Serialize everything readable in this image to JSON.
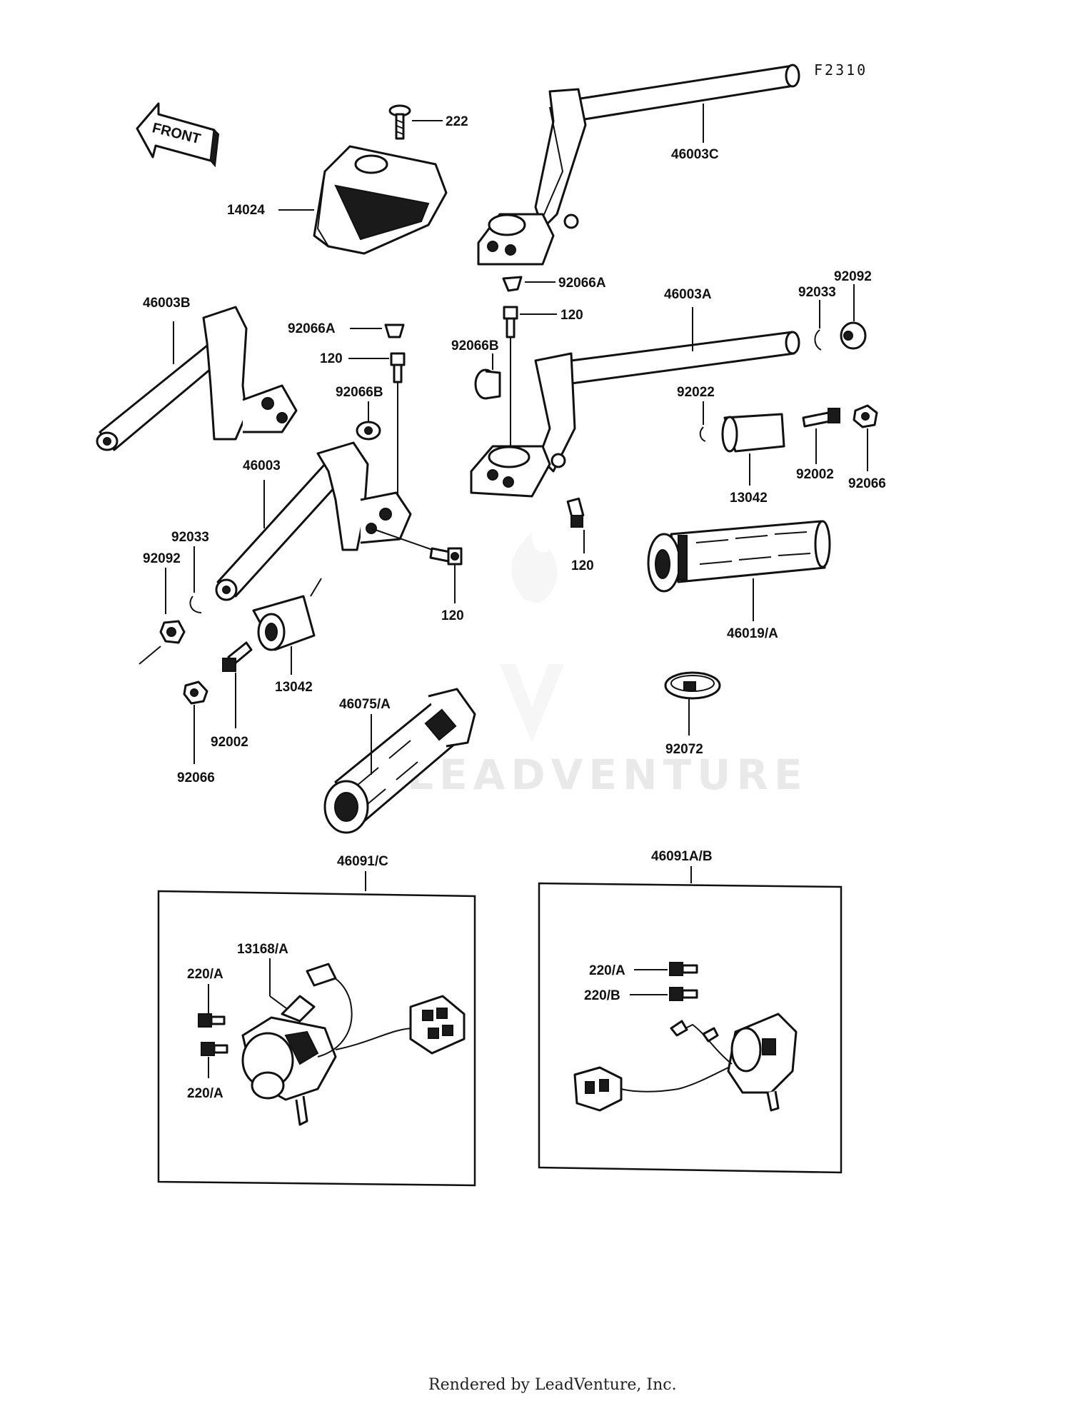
{
  "diagram": {
    "code": "F2310",
    "front_label": "FRONT",
    "watermark": "LEADVENTURE",
    "footer": "Rendered by LeadVenture, Inc.",
    "labels": {
      "l222": "222",
      "l14024": "14024",
      "l46003C": "46003C",
      "l92066A_top": "92066A",
      "l120_top": "120",
      "l46003A": "46003A",
      "l92033_r": "92033",
      "l92092_r": "92092",
      "l46003B": "46003B",
      "l92066A_mid": "92066A",
      "l120_mid": "120",
      "l92066B_mid": "92066B",
      "l92066B_r": "92066B",
      "l92022": "92022",
      "l92002_r": "92002",
      "l92066_r": "92066",
      "l13042_r": "13042",
      "l46003": "46003",
      "l92033_l": "92033",
      "l92092_l": "92092",
      "l120_r": "120",
      "l120_low": "120",
      "l46019A": "46019/A",
      "l13042_l": "13042",
      "l92002_l": "92002",
      "l92066_l": "92066",
      "l46075A": "46075/A",
      "l92072": "92072",
      "l46091C": "46091/C",
      "l46091AB": "46091A/B",
      "l13168A": "13168/A",
      "l220A_1": "220/A",
      "l220A_2": "220/A",
      "l220A_3": "220/A",
      "l220B": "220/B"
    }
  }
}
